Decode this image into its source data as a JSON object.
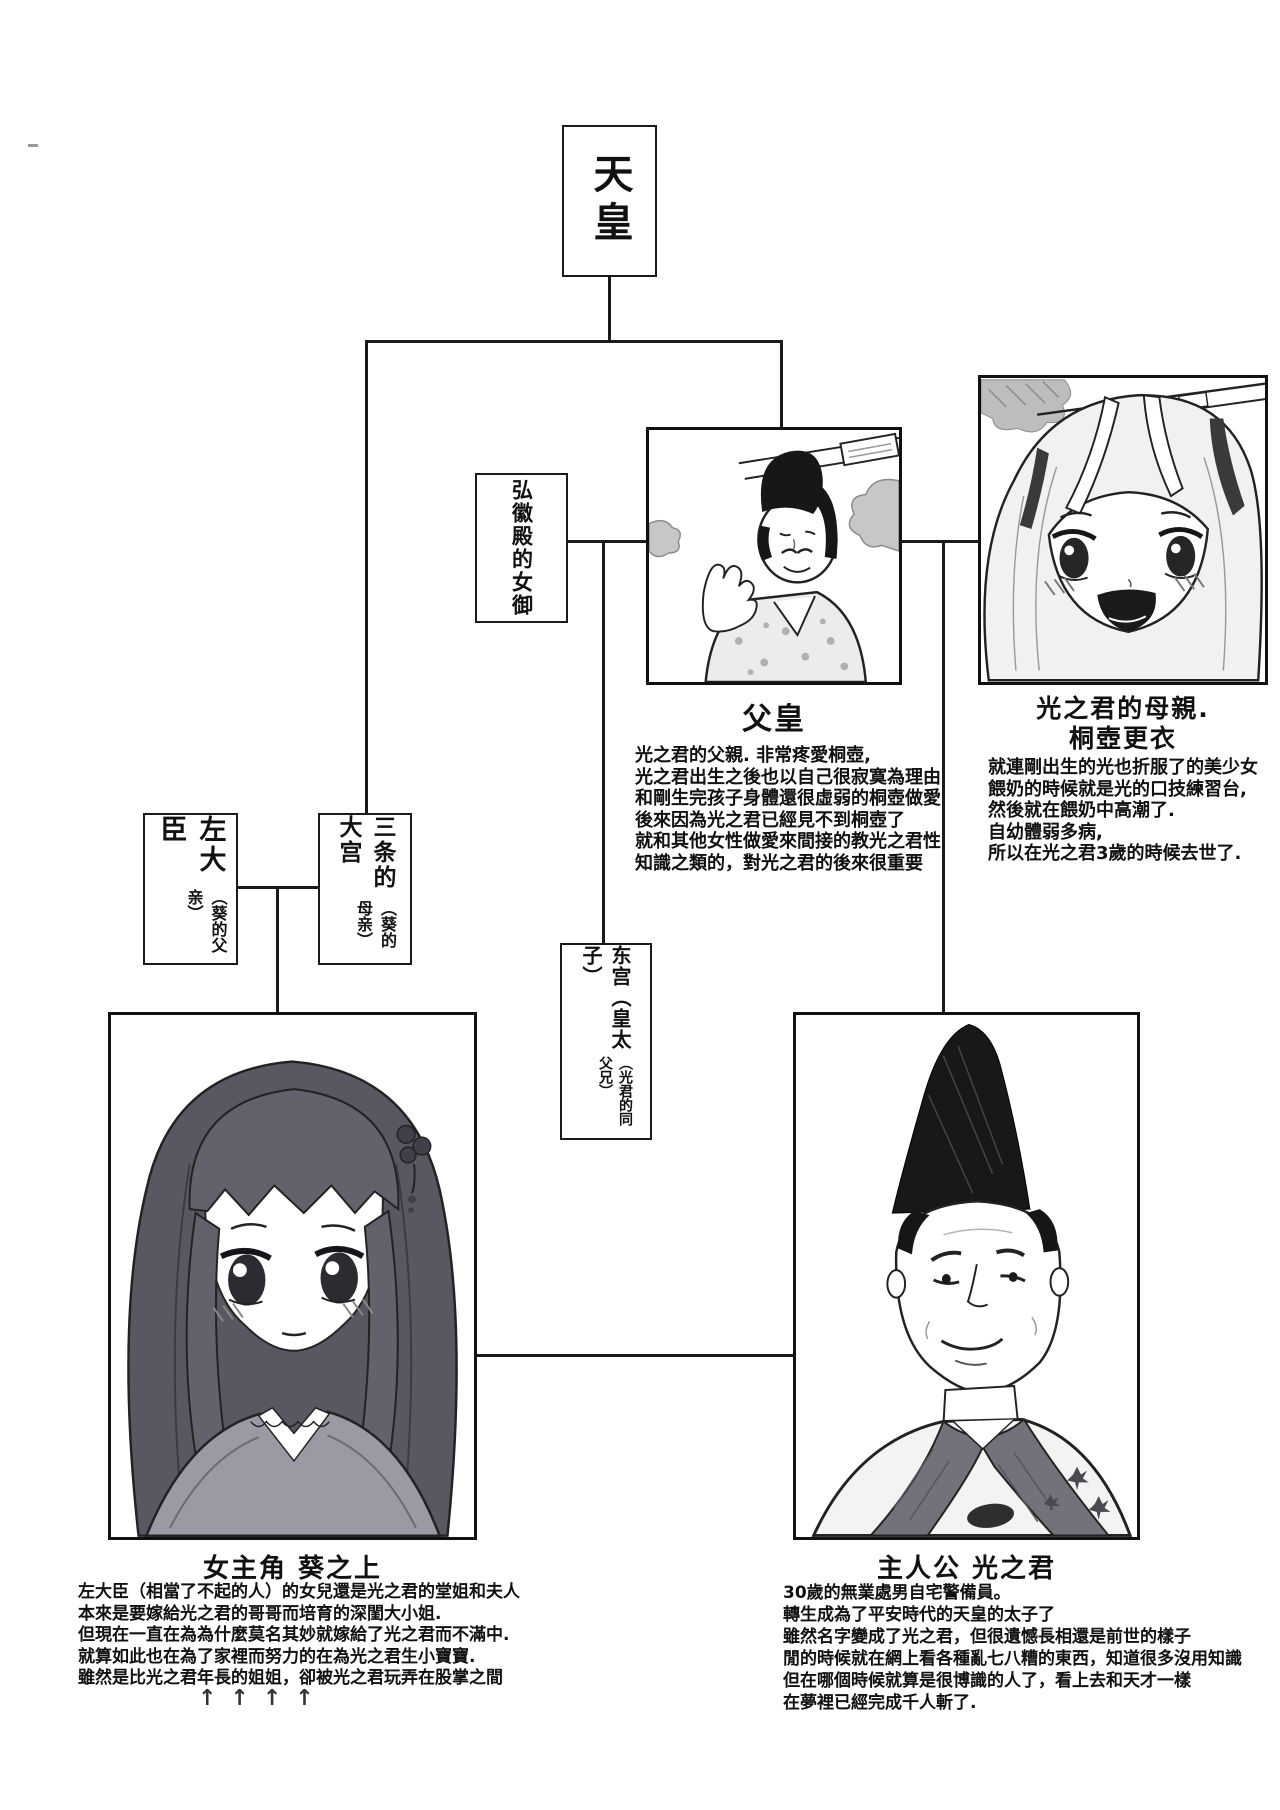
{
  "artifact": {
    "dash": "-"
  },
  "boxes": {
    "tenno": {
      "label": "天皇"
    },
    "kokiden": {
      "label": "弘徽殿的女御"
    },
    "sadaijin": {
      "label": "左大臣",
      "note": "（葵的父亲）"
    },
    "omiya": {
      "label": "三条的大宫",
      "note": "（葵的母亲）"
    },
    "togu": {
      "label": "东宫（皇太子）",
      "note": "（光君的同父兄）"
    }
  },
  "characters": {
    "chichi": {
      "caption": "父皇",
      "desc": [
        "光之君的父親. 非常疼愛桐壺,",
        "光之君出生之後也以自己很寂寞為理由",
        "和剛生完孩子身體還很虛弱的桐壺做愛",
        "後來因為光之君已經見不到桐壺了",
        "就和其他女性做愛來間接的教光之君性",
        "知識之類的，對光之君的後來很重要"
      ]
    },
    "kiritsubo": {
      "caption_line1": "光之君的母親.",
      "caption_line2": "桐壺更衣",
      "desc": [
        "就連剛出生的光也折服了的美少女",
        "餵奶的時候就是光的口技練習台,",
        "然後就在餵奶中高潮了.",
        "自幼體弱多病,",
        "所以在光之君3歲的時候去世了."
      ]
    },
    "aoi": {
      "caption": "女主角 葵之上",
      "desc": [
        "左大臣（相當了不起的人）的女兒還是光之君的堂姐和夫人",
        "本來是要嫁給光之君的哥哥而培育的深閨大小姐.",
        "但現在一直在為為什麼莫名其妙就嫁給了光之君而不滿中.",
        "就算如此也在為了家裡而努力的在為光之君生小寶寶.",
        "雖然是比光之君年長的姐姐，卻被光之君玩弄在股掌之間"
      ],
      "arrows": "↑↑↑↑"
    },
    "hikaru": {
      "caption": "主人公 光之君",
      "desc": [
        "30歲的無業處男自宅警備員。",
        "轉生成為了平安時代的天皇的太子了",
        "雖然名字變成了光之君，但很遺憾長相還是前世的樣子",
        "閒的時候就在網上看各種亂七八糟的東西，知道很多沒用知識",
        "但在哪個時候就算是很博識的人了，看上去和天才一樣",
        "在夢裡已經完成千人斬了."
      ]
    }
  },
  "colors": {
    "ink": "#111111",
    "line": "#1a1a1a",
    "paper": "#ffffff"
  }
}
